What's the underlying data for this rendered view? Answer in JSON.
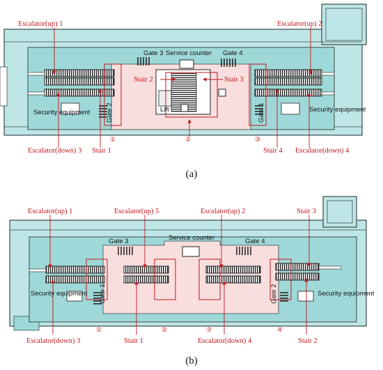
{
  "panel_a": {
    "caption": "(a)",
    "labels": {
      "esc_up_1": "Escalator(up) 1",
      "esc_up_2": "Escalator(up) 2",
      "gate_3": "Gate 3",
      "gate_4": "Gate 4",
      "service_counter": "Service counter",
      "stair_2": "Stair 2",
      "stair_3": "Stair 3",
      "lift": "Lift",
      "security_left": "Security equipment",
      "security_right": "Security equipment",
      "gate_2": "Gate 2",
      "gate_1": "Gate 1",
      "esc_down_3": "Escalator(down) 3",
      "stair_1": "Stair 1",
      "stair_4": "Stair 4",
      "esc_down_4": "Escalator(down) 4",
      "c1": "①",
      "c2": "②",
      "c3": "③"
    }
  },
  "panel_b": {
    "caption": "(b)",
    "labels": {
      "esc_up_1": "Escalator(up) 1",
      "esc_up_5": "Escalator(up) 5",
      "esc_up_2": "Escalator(up) 2",
      "stair_3": "Stair 3",
      "gate_3": "Gate 3",
      "service_counter": "Service counter",
      "gate_4": "Gate 4",
      "security_left": "Security equipment",
      "security_right": "Security equipment",
      "gate_1": "Gate 1",
      "gate_2": "Gate 2",
      "esc_down_3": "Escalator(down) 3",
      "stair_1": "Stair 1",
      "esc_down_4": "Escalator(down) 4",
      "stair_2": "Stair 2",
      "c1": "①",
      "c2": "②",
      "c3": "③",
      "c4": "④"
    }
  },
  "colors": {
    "hall_teal": "#9fd8d8",
    "platform_pink": "#f9dede",
    "annotation_red": "#c0161b",
    "wall": "#3a4a4a"
  }
}
